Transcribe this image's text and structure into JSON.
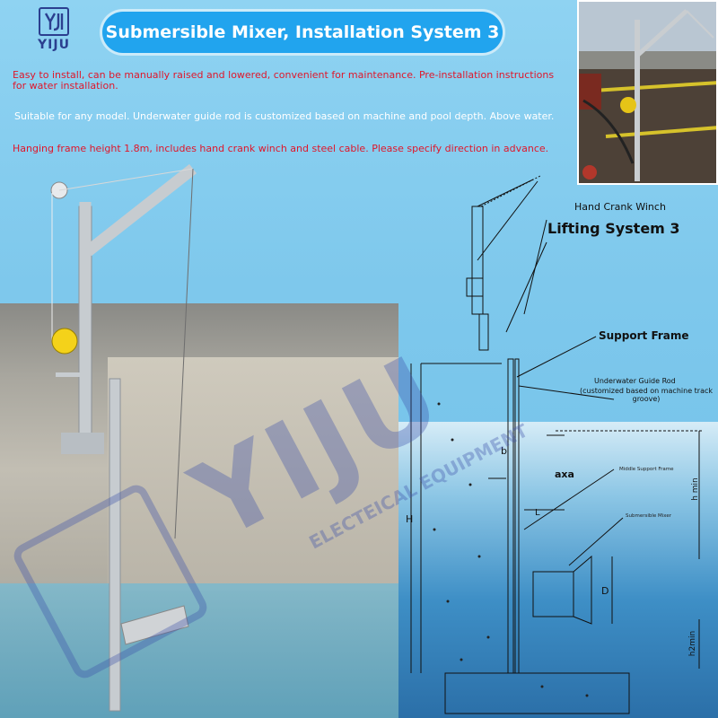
{
  "logo": {
    "text": "YIJU"
  },
  "title": "Submersible Mixer, Installation System 3",
  "lines": {
    "line1": "Easy to install, can be manually raised and lowered, convenient for maintenance. Pre-installation instructions for water installation.",
    "line2": "Suitable for any model. Underwater guide rod is customized based on machine and pool depth. Above water.",
    "line3": "Hanging frame height 1.8m, includes hand crank winch and steel cable. Please specify direction in advance."
  },
  "diagram": {
    "hand_crank_winch": "Hand Crank Winch",
    "lifting_system": "Lifting System 3",
    "support_frame": "Support Frame",
    "guide_rod_title": "Underwater Guide Rod",
    "guide_rod_note": "(customized based on machine track groove)",
    "middle_support": "Middle Support Frame",
    "submersible_mixer": "Submersible Mixer",
    "dim_b": "b",
    "dim_axa": "axa",
    "dim_H": "H",
    "dim_L": "L",
    "dim_D": "D",
    "dim_hmin": "h min",
    "dim_h2": "h2min"
  },
  "watermark": {
    "brand": "YIJU",
    "sub": "ELECTEICAL EQUIPMENT"
  },
  "colors": {
    "title_bg": "#21a4ee",
    "red_text": "#e0162a",
    "logo": "#2b3f8f",
    "winch": "#f4d21a"
  }
}
